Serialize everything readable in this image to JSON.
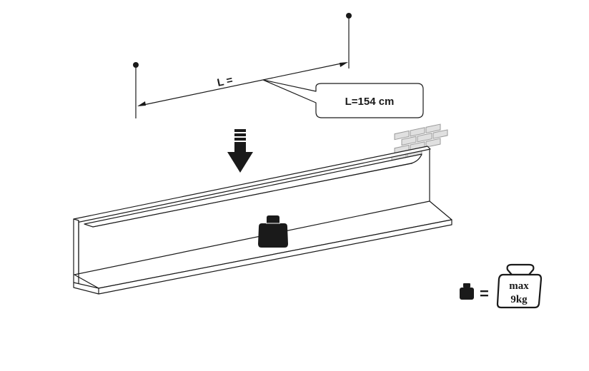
{
  "dimension": {
    "label": "L =",
    "callout": "L=154 cm"
  },
  "weight_limit": {
    "equals": "=",
    "line1": "max",
    "line2": "9kg"
  },
  "icons": {
    "direction": "down-arrow-icon",
    "wall": "brick-wall-icon",
    "weight": "weight-icon",
    "limit": "weight-limit-icon"
  },
  "colors": {
    "line": "#1a1a1a",
    "brick_fill": "#e0e0e0",
    "brick_stroke": "#9a9a9a"
  }
}
